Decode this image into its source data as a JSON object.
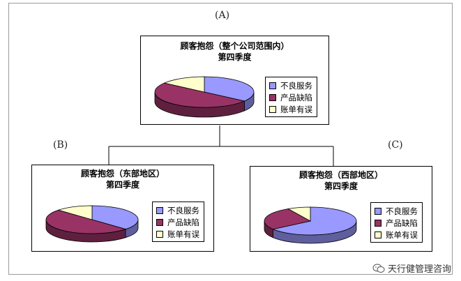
{
  "panels": {
    "a": "(A)",
    "b": "(B)",
    "c": "(C)"
  },
  "watermark": {
    "text": "天行健管理咨询",
    "icon": "wechat-icon"
  },
  "colors": {
    "不良服务": "#9999ff",
    "产品缺陷": "#993366",
    "账单有误": "#ffffcc"
  },
  "chart_data": [
    {
      "type": "pie",
      "title": "顾客抱怨（整个公司范围内）",
      "subtitle": "第四季度",
      "categories": [
        "不良服务",
        "产品缺陷",
        "账单有误"
      ],
      "values": [
        35,
        50,
        15
      ],
      "legend": "right"
    },
    {
      "type": "pie",
      "title": "顾客抱怨（东部地区）",
      "subtitle": "第四季度",
      "categories": [
        "不良服务",
        "产品缺陷",
        "账单有误"
      ],
      "values": [
        37,
        50,
        13
      ],
      "legend": "right"
    },
    {
      "type": "pie",
      "title": "顾客抱怨（西部地区）",
      "subtitle": "第四季度",
      "categories": [
        "不良服务",
        "产品缺陷",
        "账单有误"
      ],
      "values": [
        65,
        27,
        8
      ],
      "legend": "right"
    }
  ]
}
